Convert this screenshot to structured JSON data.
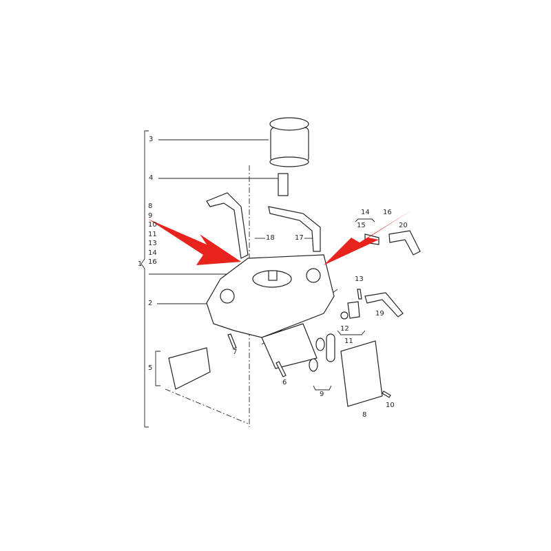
{
  "diagram": {
    "callouts": {
      "c1": "1",
      "c2": "2",
      "c3": "3",
      "c4": "4",
      "c5": "5",
      "c6": "6",
      "c7": "7",
      "c8": "8",
      "c9": "9",
      "c10": "10",
      "c11": "11",
      "c12": "12",
      "c13": "13",
      "c14": "14",
      "c15": "15",
      "c16": "16",
      "c17": "17",
      "c18": "18",
      "c19": "19",
      "c20": "20"
    },
    "assembly_list": [
      "8",
      "9",
      "10",
      "11",
      "13",
      "14",
      "16"
    ],
    "highlight_color": "#e8221c"
  }
}
